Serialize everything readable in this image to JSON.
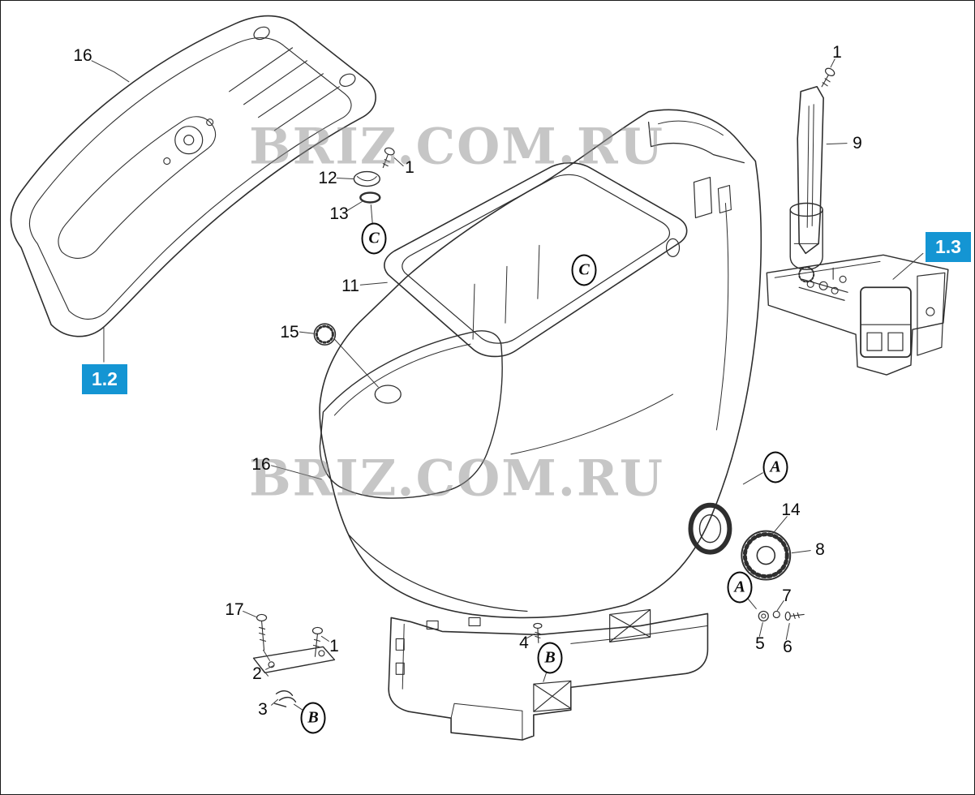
{
  "diagram": {
    "watermark_color": "#8f8f8f",
    "accent_blue": "#1495d3",
    "line_color": "#2e2e2e"
  },
  "watermarks": [
    {
      "text": "BRIZ.COM.RU"
    },
    {
      "text": "BRIZ.COM.RU"
    }
  ],
  "section_links": [
    {
      "label": "1.2"
    },
    {
      "label": "1.3"
    }
  ],
  "part_labels": [
    {
      "text": "16"
    },
    {
      "text": "1"
    },
    {
      "text": "9"
    },
    {
      "text": "12"
    },
    {
      "text": "1"
    },
    {
      "text": "13"
    },
    {
      "text": "11"
    },
    {
      "text": "15"
    },
    {
      "text": "16"
    },
    {
      "text": "14"
    },
    {
      "text": "8"
    },
    {
      "text": "7"
    },
    {
      "text": "5"
    },
    {
      "text": "6"
    },
    {
      "text": "4"
    },
    {
      "text": "17"
    },
    {
      "text": "1"
    },
    {
      "text": "2"
    },
    {
      "text": "3"
    }
  ],
  "callouts": [
    {
      "text": "C"
    },
    {
      "text": "C"
    },
    {
      "text": "A"
    },
    {
      "text": "A"
    },
    {
      "text": "B"
    },
    {
      "text": "B"
    }
  ]
}
